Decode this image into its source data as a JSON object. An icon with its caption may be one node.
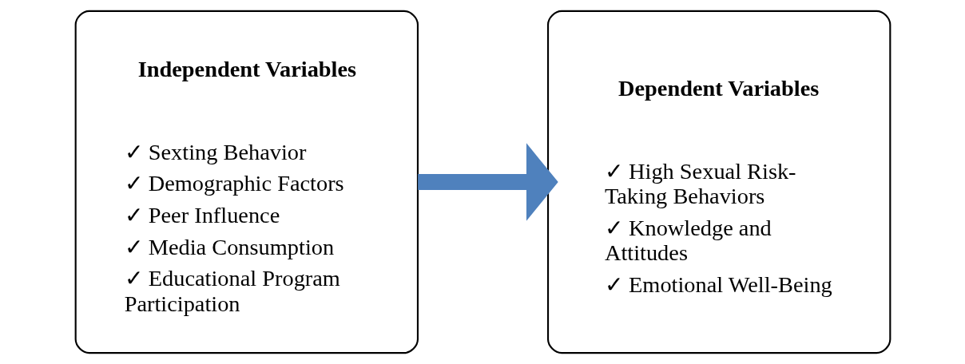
{
  "diagram": {
    "nodes": [
      {
        "text": [
          "Independent Variables",
          "✓ Sexting Behavior",
          "✓ Demographic Factors",
          "✓ Peer Influence",
          "✓ Media Consumption",
          "✓ Educational Program Participation"
        ]
      },
      {
        "text": [
          "Dependent Variables",
          "✓ High Sexual Risk-Taking Behaviors",
          "✓ Knowledge and Attitudes",
          "✓ Emotional Well-Being"
        ]
      }
    ],
    "edges": [
      {
        "from": 0,
        "to": 1,
        "arrow": "to",
        "color": "#4f81bd"
      }
    ]
  }
}
